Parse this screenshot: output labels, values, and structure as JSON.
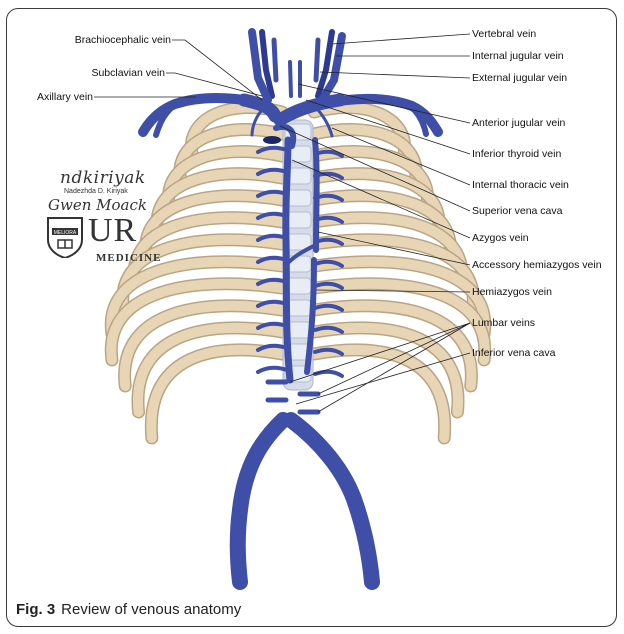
{
  "figure": {
    "label": "Fig. 3",
    "caption": "Review of venous anatomy"
  },
  "credit": {
    "artist_signature": "ndkiriyak",
    "artist_name": "Nadezhda D. Kiriyak",
    "second_signature": "Gwen Moack",
    "logo_main": "UR",
    "logo_sub": "MEDICINE",
    "seal_text": "MELIORA"
  },
  "labels_left": [
    {
      "key": "brachiocephalic",
      "text": "Brachiocephalic vein"
    },
    {
      "key": "subclavian",
      "text": "Subclavian vein"
    },
    {
      "key": "axillary",
      "text": "Axillary vein"
    }
  ],
  "labels_right": [
    {
      "key": "vertebral",
      "text": "Vertebral vein"
    },
    {
      "key": "internal_jugular",
      "text": "Internal jugular vein"
    },
    {
      "key": "external_jugular",
      "text": "External jugular vein"
    },
    {
      "key": "anterior_jugular",
      "text": "Anterior jugular vein"
    },
    {
      "key": "inferior_thyroid",
      "text": "Inferior thyroid vein"
    },
    {
      "key": "internal_thoracic",
      "text": "Internal thoracic vein"
    },
    {
      "key": "superior_vena_cava",
      "text": "Superior vena cava"
    },
    {
      "key": "azygos",
      "text": "Azygos vein"
    },
    {
      "key": "accessory_hemiazygos",
      "text": "Accessory hemiazygos vein"
    },
    {
      "key": "hemiazygos",
      "text": "Hemiazygos vein"
    },
    {
      "key": "lumbar",
      "text": "Lumbar veins"
    },
    {
      "key": "inferior_vena_cava",
      "text": "Inferior vena cava"
    }
  ],
  "colors": {
    "vein": "#3f4fa8",
    "vein_dark": "#243079",
    "bone": "#e7d5b5",
    "bone_edge": "#b9a585",
    "vertebra": "#cfd6e6"
  }
}
